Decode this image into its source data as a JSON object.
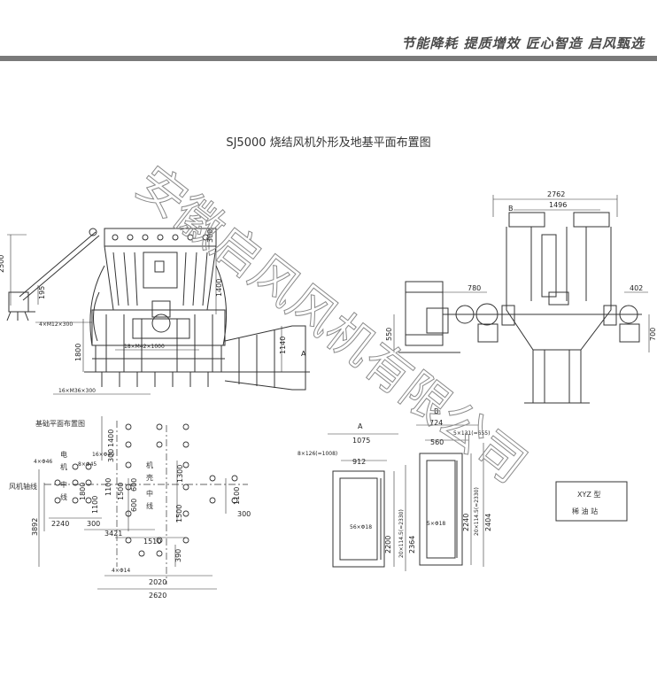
{
  "header": {
    "slogan": "节能降耗 提质增效 匠心智造 启风甄选"
  },
  "drawing_title": "SJ5000 烧结风机外形及地基平面布置图",
  "watermark": "安徽启风风机有限公司",
  "main_view": {
    "dims": {
      "d2500": "2500",
      "d195": "195",
      "m12": "4×M12×300",
      "d1400": "1400",
      "d1800": "1800",
      "d1140": "1140",
      "m42": "18×M42×1000",
      "m36": "16×M36×300",
      "d300": "300",
      "marker_a": "A"
    }
  },
  "side_view": {
    "dims": {
      "d2762": "2762",
      "d1496": "1496",
      "d780": "780",
      "d402": "402",
      "d550": "550",
      "d700": "700",
      "marker_b": "B"
    }
  },
  "foundation": {
    "title": "基础平面布置图",
    "labels": {
      "motor": [
        "电",
        "机"
      ],
      "motor_center": [
        "中",
        "线"
      ],
      "fan_axis": "风机轴线",
      "shell": [
        "机",
        "壳"
      ],
      "shell_center": [
        "中",
        "线"
      ]
    },
    "dims": {
      "d1400": "1400",
      "d300a": "300",
      "d16": "16×Φ40",
      "d4": "4×Φ46",
      "d8": "8×Φ45",
      "d1300": "1300",
      "d600a": "600",
      "d600b": "600",
      "d1500": "1500",
      "d1800": "1800",
      "d1100a": "1100",
      "d1100b": "1100",
      "d1500b": "1500",
      "d1100c": "1100",
      "d3892": "3892",
      "d2240": "2240",
      "d300b": "300",
      "d3421": "3421",
      "d1510": "1510",
      "d390": "390",
      "d4b": "4×Φ14",
      "d2020": "2020",
      "d2620": "2620",
      "d300c": "300"
    }
  },
  "plans": {
    "marker_a": "A",
    "marker_b": "B",
    "dims": {
      "d1075": "1075",
      "d724": "724",
      "d560": "560",
      "d5x131": "5×131(=655)",
      "d8x126": "8×126(=1008)",
      "d912": "912",
      "d56": "56×Φ18",
      "d2200": "2200",
      "d20a": "20×114.5(=2330)",
      "d2364": "2364",
      "d5": "5×Φ18",
      "d2240": "2240",
      "d20b": "20×114.5(=2330)",
      "d2404": "2404"
    }
  },
  "legend_box": {
    "line1": "XYZ 型",
    "line2": "稀 油 站"
  }
}
